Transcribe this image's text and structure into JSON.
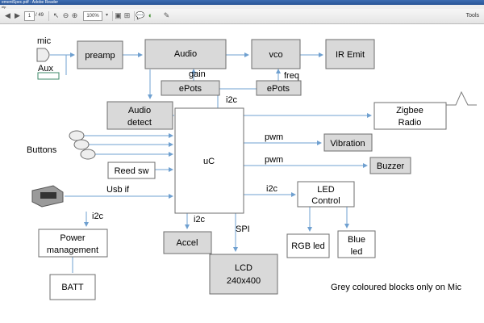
{
  "window": {
    "title": "ementSpec.pdf - Adobe Reader",
    "menu": "elp",
    "tools_label": "Tools",
    "page_number": "1",
    "page_total": "/ 49",
    "zoom": "100%"
  },
  "diagram": {
    "mic": "mic",
    "aux": "Aux",
    "preamp": "preamp",
    "audio": "Audio",
    "vco": "vco",
    "ir_emit": "IR Emit",
    "gain": "gain",
    "freq": "freq",
    "epots_left": "ePots",
    "epots_right": "ePots",
    "i2c_top": "i2c",
    "audio_detect_l1": "Audio",
    "audio_detect_l2": "detect",
    "zigbee_l1": "Zigbee",
    "zigbee_l2": "Radio",
    "buttons": "Buttons",
    "uc": "uC",
    "pwm_vibration": "pwm",
    "vibration": "Vibration",
    "pwm_buzzer": "pwm",
    "buzzer": "Buzzer",
    "reed_sw": "Reed sw",
    "usb_if": "Usb if",
    "i2c_led": "i2c",
    "led_control_l1": "LED",
    "led_control_l2": "Control",
    "i2c_power": "i2c",
    "i2c_accel": "i2c",
    "spi": "SPI",
    "power_l1": "Power",
    "power_l2": "management",
    "accel": "Accel",
    "rgb_led": "RGB led",
    "blue_led_l1": "Blue",
    "blue_led_l2": "led",
    "lcd_l1": "LCD",
    "lcd_l2": "240x400",
    "batt": "BATT",
    "note": "Grey coloured blocks only on Mic"
  }
}
